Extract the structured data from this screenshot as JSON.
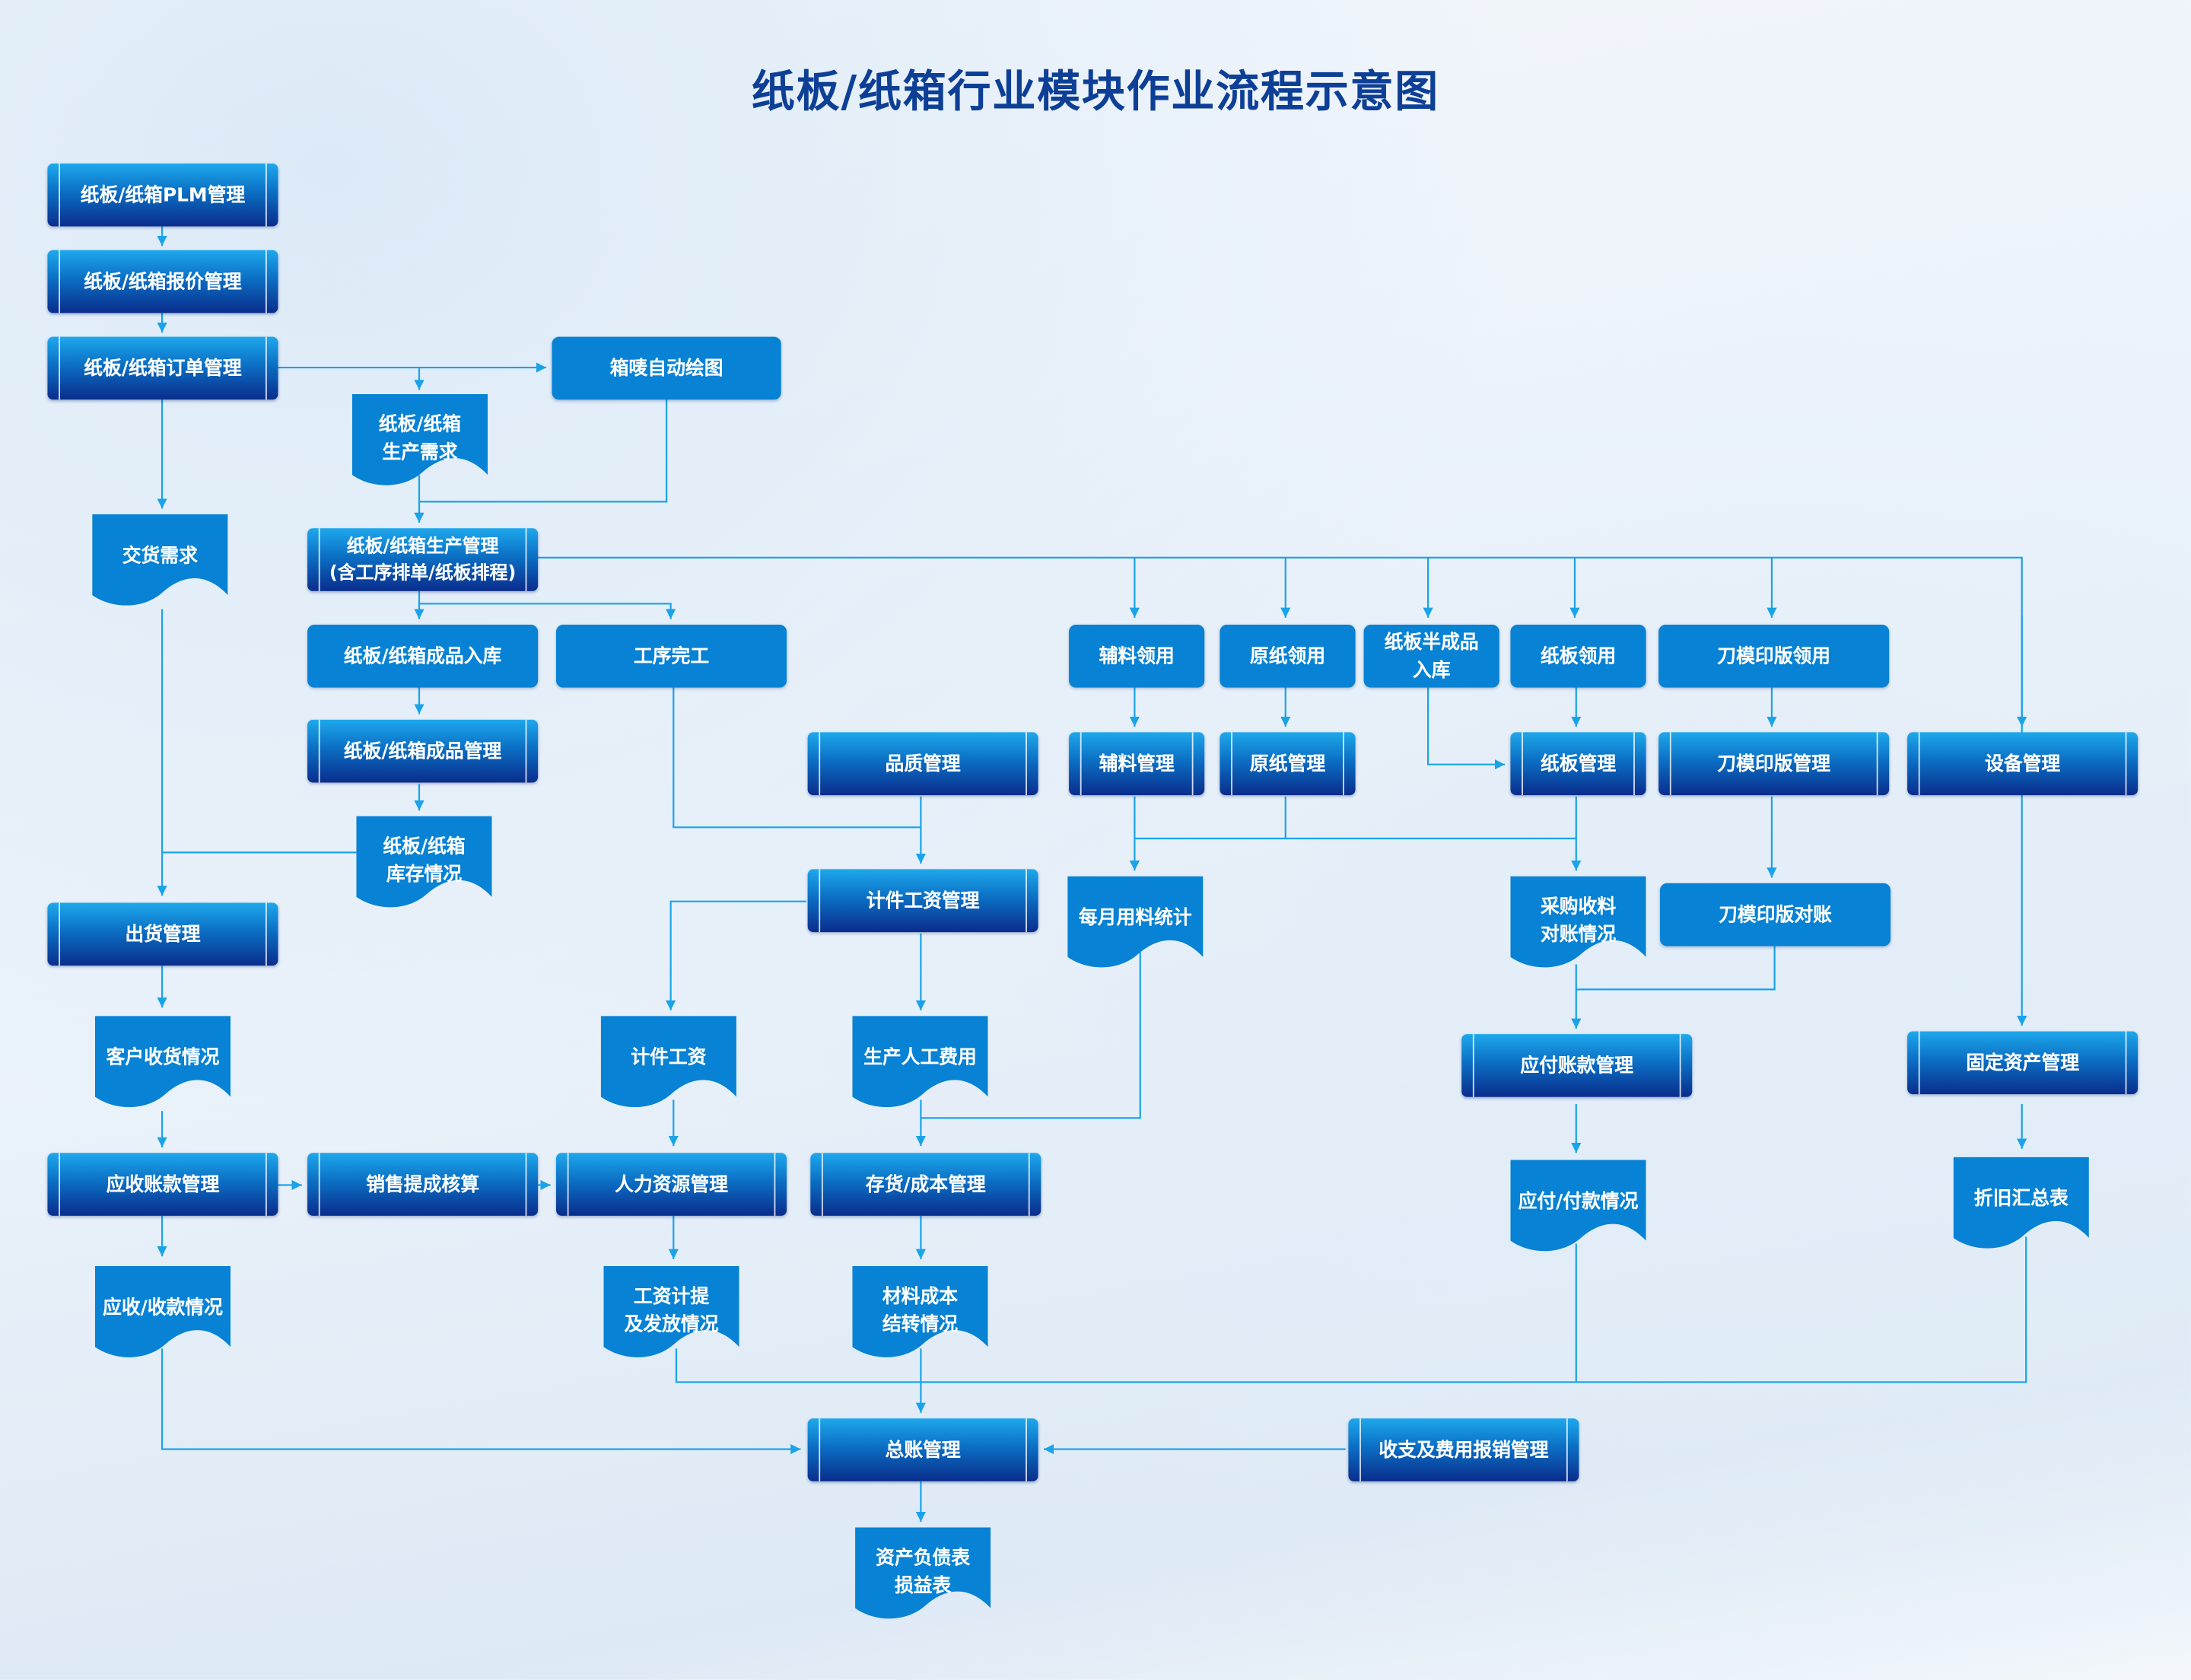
{
  "title": "纸板/纸箱行业模块作业流程示意图",
  "nodes": {
    "plm": "纸板/纸箱PLM管理",
    "quote": "纸板/纸箱报价管理",
    "order": "纸板/纸箱订单管理",
    "marking": "箱唛自动绘图",
    "prod_demand": [
      "纸板/纸箱",
      "生产需求"
    ],
    "delivery_demand": "交货需求",
    "production": [
      "纸板/纸箱生产管理",
      "(含工序排单/纸板排程)"
    ],
    "fg_inbound": "纸板/纸箱成品入库",
    "process_done": "工序完工",
    "fg_mgmt": "纸板/纸箱成品管理",
    "stock_status": [
      "纸板/纸箱",
      "库存情况"
    ],
    "shipping": "出货管理",
    "customer_receipt": "客户收货情况",
    "ar": "应收账款管理",
    "commission": "销售提成核算",
    "hr": "人力资源管理",
    "inventory_cost": "存货/成本管理",
    "ar_status": "应收/收款情况",
    "piece_wage": "计件工资",
    "labor_cost": "生产人工费用",
    "wage_accrual": [
      "工资计提",
      "及发放情况"
    ],
    "material_cost": [
      "材料成本",
      "结转情况"
    ],
    "gl": "总账管理",
    "expense": "收支及费用报销管理",
    "statements": [
      "资产负债表",
      "损益表"
    ],
    "quality": "品质管理",
    "piece_wage_mgmt": "计件工资管理",
    "aux_issue": "辅料领用",
    "paper_issue": "原纸领用",
    "semi_inbound": [
      "纸板半成品",
      "入库"
    ],
    "board_issue": "纸板领用",
    "die_issue": "刀模印版领用",
    "aux_mgmt": "辅料管理",
    "paper_mgmt": "原纸管理",
    "board_mgmt": "纸板管理",
    "die_mgmt": "刀模印版管理",
    "equipment": "设备管理",
    "monthly_material": "每月用料统计",
    "purchase_recon": [
      "采购收料",
      "对账情况"
    ],
    "die_recon": "刀模印版对账",
    "ap": "应付账款管理",
    "fixed_assets": "固定资产管理",
    "ap_status": "应付/付款情况",
    "depreciation": "折旧汇总表"
  },
  "colors": {
    "title": "#0d3f96",
    "line": "#1aa3e8",
    "node": "#0782d4",
    "node_dark": "#0a2d8c"
  }
}
